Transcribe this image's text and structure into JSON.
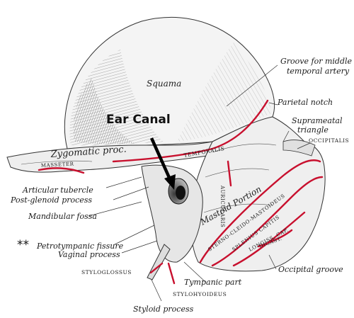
{
  "labels": {
    "squama": "Squama",
    "zygomatic": "Zygomatic proc.",
    "temporalis": "TEMPORALIS",
    "mastoid": "Mastoid Portion",
    "groove_middle_1": "Groove for middle",
    "groove_middle_2": "temporal artery",
    "parietal_notch": "Parietal notch",
    "suprameatal_1": "Suprameatal",
    "suprameatal_2": "triangle",
    "occipitalis": "OCCIPITALIS",
    "articular": "Articular tubercle",
    "postglenoid": "Post-glenoid process",
    "mandibular": "Mandibular fossa",
    "petrotympanic": "Petrotympanic fissure",
    "vaginal": "Vaginal process",
    "styloglossus": "STYLOGLOSSUS",
    "tympanic": "Tympanic part",
    "stylohyoideus": "STYLOHYOIDEUS",
    "styloid": "Styloid process",
    "occipital_groove": "Occipital groove",
    "masseter": "MASSETER",
    "auricularis": "AURICULARIS",
    "sterno": "STERNO-CLEIDO-MASTOIDEUS",
    "splenius": "SPLENIUS CAPITIS",
    "longissimus": "LONGISS. CAP.",
    "digastric": "DIGAST."
  },
  "annotations": {
    "ear_canal": "Ear Canal",
    "stars": "**"
  },
  "colors": {
    "muscle_attachment": "#c8102e",
    "ink": "#1a1a1a"
  }
}
